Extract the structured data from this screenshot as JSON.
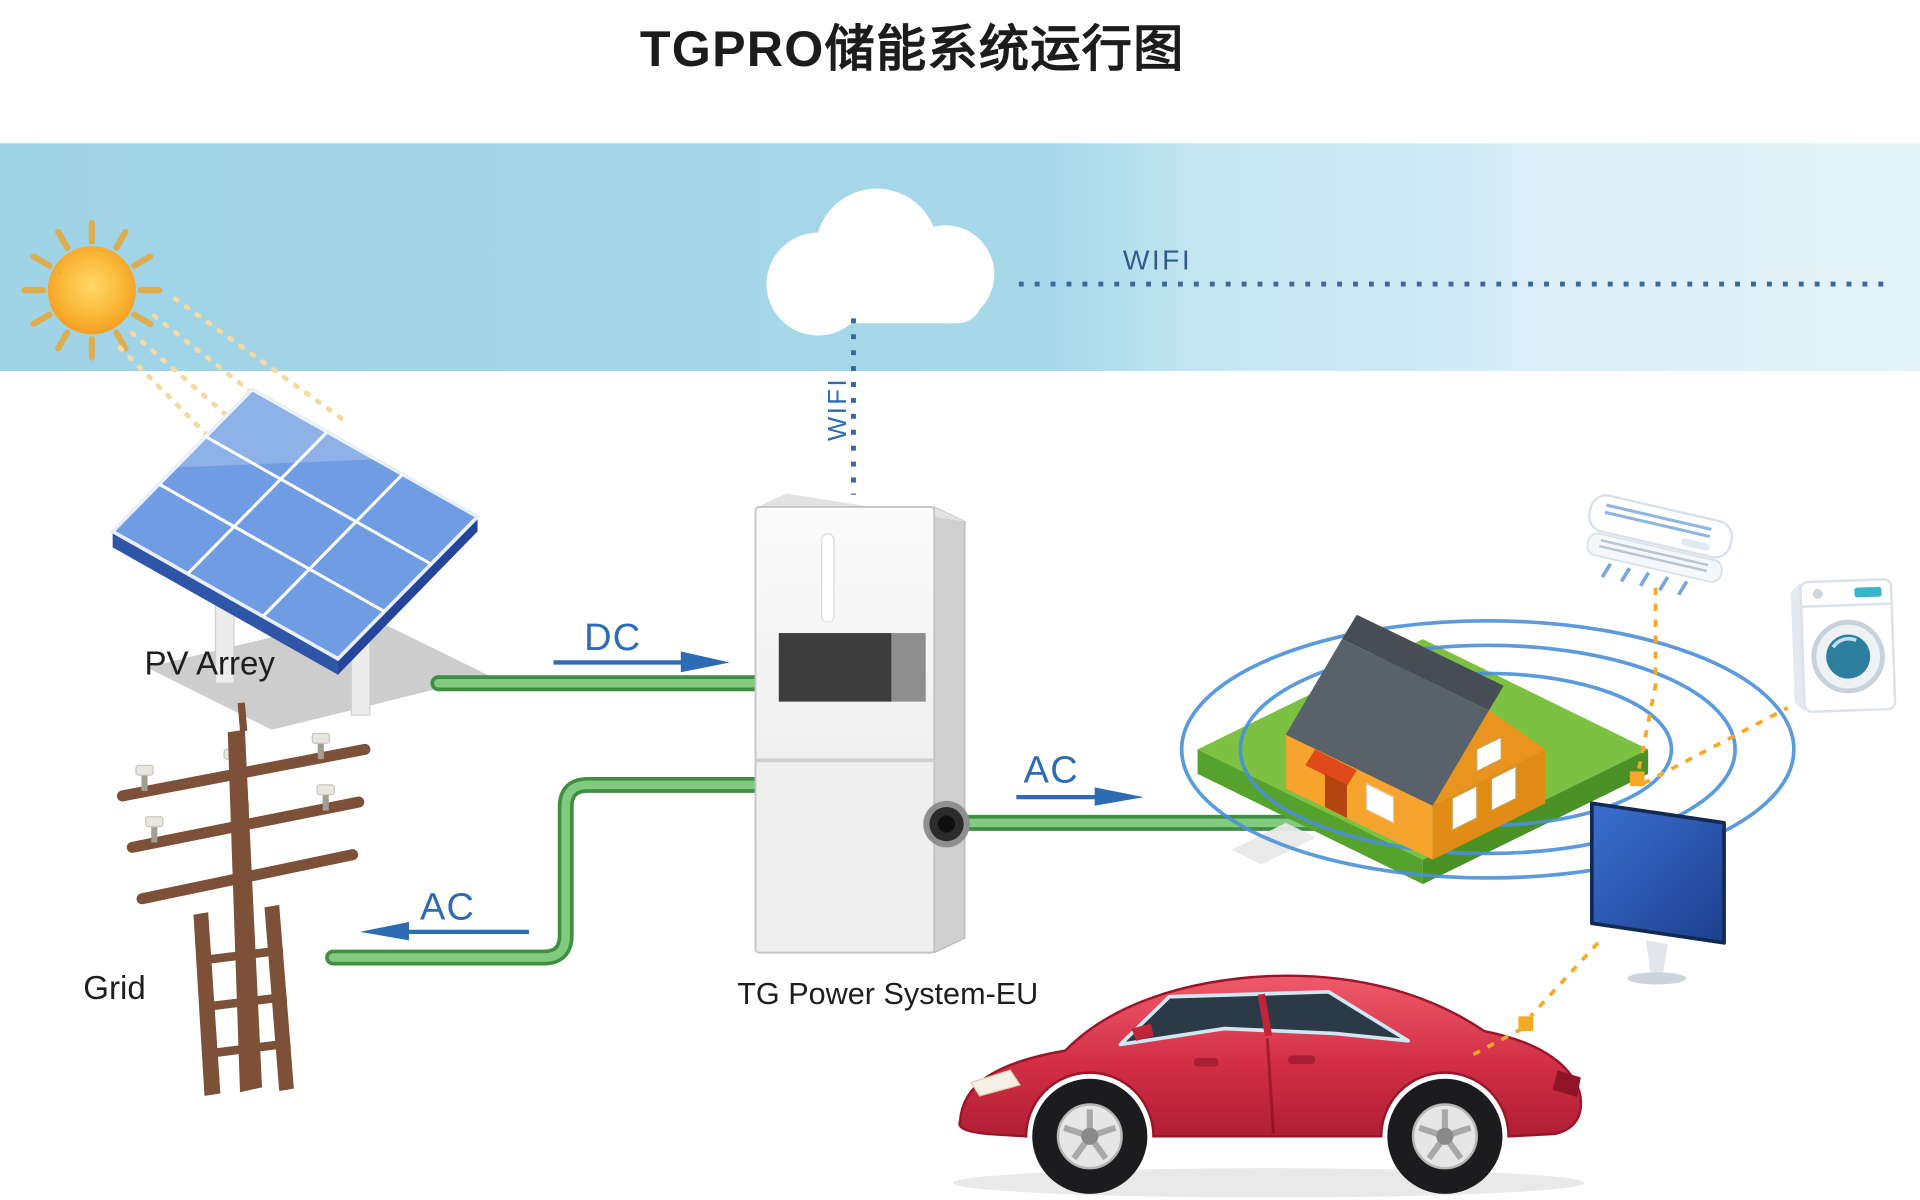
{
  "title": "TGPRO储能系统运行图",
  "labels": {
    "wifi_top": "WIFI",
    "wifi_vertical": "WIFI",
    "dc": "DC",
    "ac_grid": "AC",
    "ac_house": "AC",
    "pv_array": "PV Arrey",
    "grid": "Grid",
    "inverter": "TG Power System-EU"
  },
  "icons": {
    "sun-icon": "radial sun with rays",
    "cloud-icon": "white cloud",
    "pv-array-icon": "isometric solar panel 3x3",
    "grid-pole-icon": "utility power pole",
    "inverter-icon": "TG power system cabinet",
    "house-icon": "isometric house on grass island",
    "energy-rings-icon": "concentric blue ellipses",
    "air-conditioner-icon": "wall air conditioner",
    "washing-machine-icon": "front load washer",
    "tv-icon": "blue screen television",
    "ev-car-icon": "red electric sedan",
    "wifi-line-icon": "blue dotted wifi links",
    "appliance-links-icon": "orange dashed power links"
  },
  "colors": {
    "sky_blue": "#a6d8ea",
    "sky_blue_light": "#dff1f8",
    "label_blue": "#2d6bb4",
    "wifi_dot_blue": "#3a679c",
    "line_green": "#82ca7e",
    "line_green_dark": "#3e8e44",
    "dash_orange": "#f6a826",
    "ring_blue": "#4a90d9",
    "house_orange": "#f6a42e",
    "roof_gray": "#59616b",
    "grass_green": "#7cc142",
    "car_red": "#c22438",
    "sun_yellow": "#f9b637",
    "panel_blue": "#6f9ce2"
  }
}
